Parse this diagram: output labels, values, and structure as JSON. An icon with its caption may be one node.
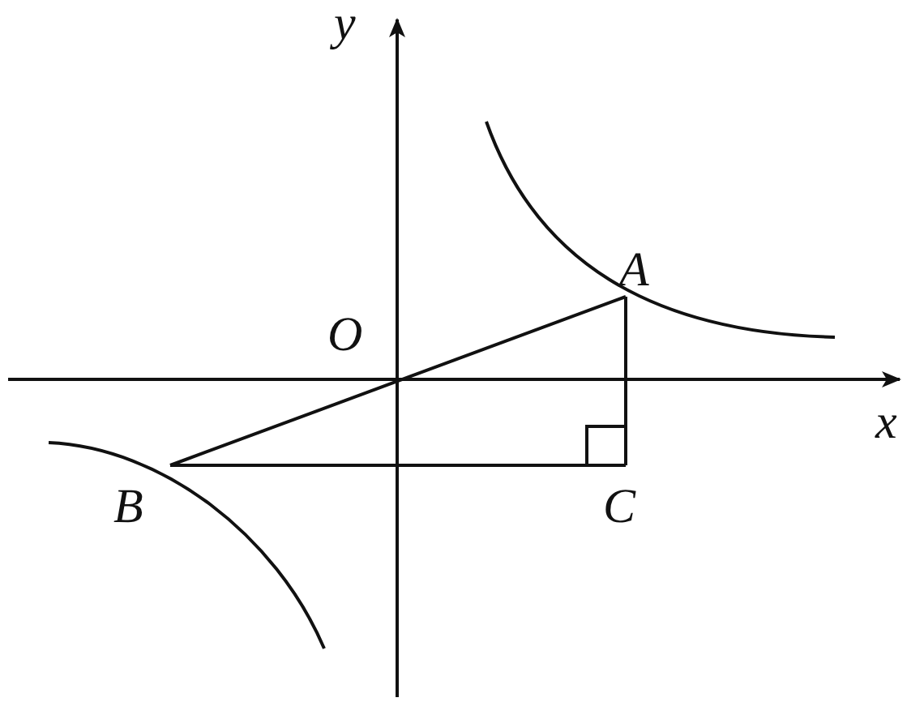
{
  "diagram": {
    "labels": [
      "y",
      "x",
      "O",
      "A",
      "B",
      "C"
    ]
  }
}
